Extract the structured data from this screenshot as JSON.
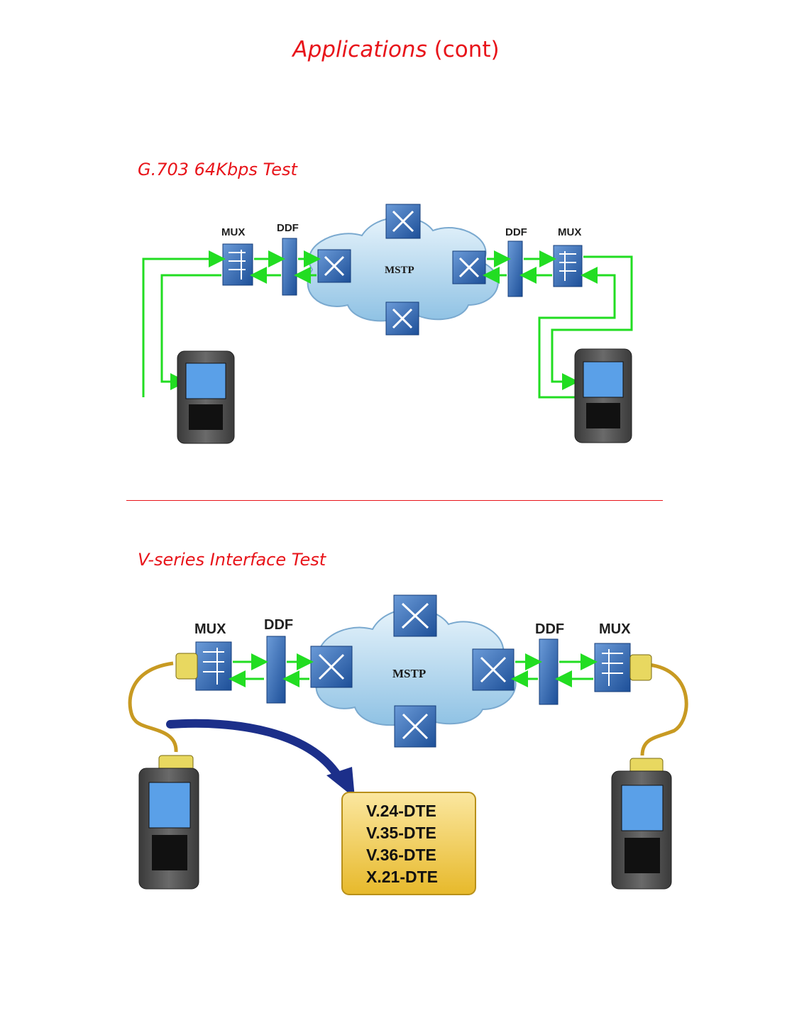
{
  "title": {
    "main": "Applications",
    "suffix": "(cont)"
  },
  "sections": [
    {
      "heading": "G.703 64Kbps Test",
      "labels": {
        "mux_left": "MUX",
        "ddf_left": "DDF",
        "cloud": "MSTP",
        "ddf_right": "DDF",
        "mux_right": "MUX"
      }
    },
    {
      "heading": "V-series Interface Test",
      "labels": {
        "mux_left": "MUX",
        "ddf_left": "DDF",
        "cloud": "MSTP",
        "ddf_right": "DDF",
        "mux_right": "MUX"
      },
      "interfaces": [
        "V.24-DTE",
        "V.35-DTE",
        "V.36-DTE",
        "X.21-DTE"
      ]
    }
  ],
  "colors": {
    "accent": "#e8141a",
    "link": "#22dd22",
    "cable": "#c89a22",
    "device": "#3b6fb5",
    "callout": "#f2cc3a"
  }
}
